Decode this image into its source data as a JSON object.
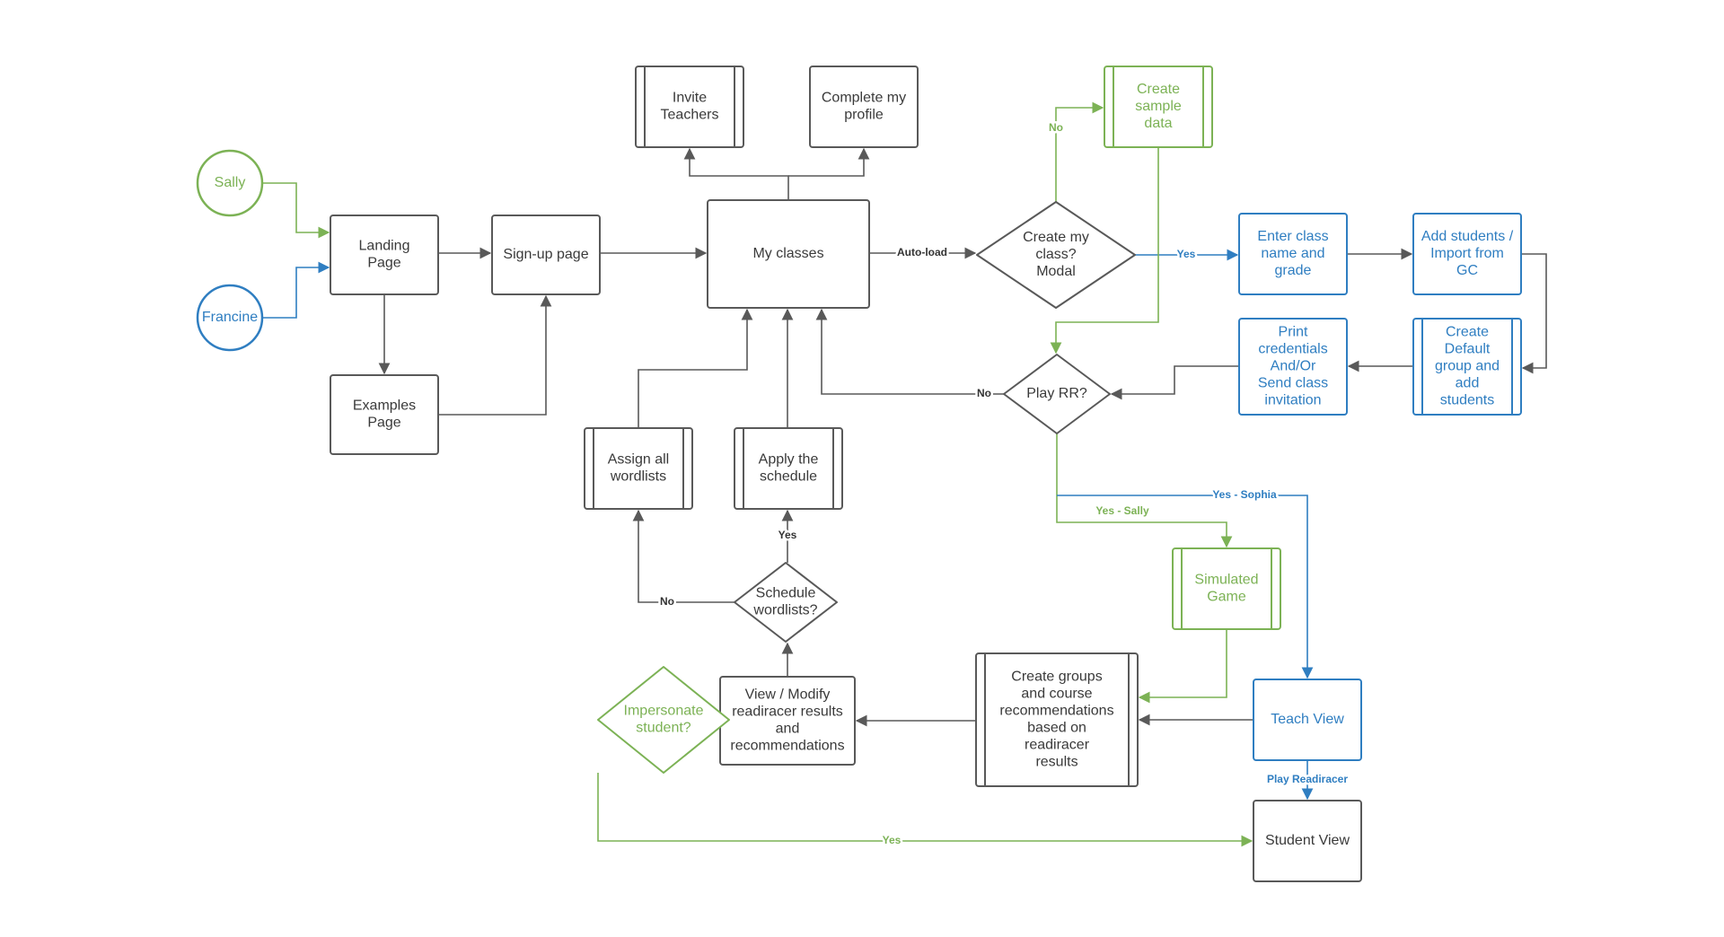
{
  "colors": {
    "gray": "#595959",
    "green": "#7cb255",
    "blue": "#2f7ec1",
    "text": "#3a3a3a",
    "background": "#ffffff"
  },
  "nodes": {
    "sally": {
      "lines": [
        "Sally"
      ],
      "color": "green",
      "shape": "circle"
    },
    "francine": {
      "lines": [
        "Francine"
      ],
      "color": "blue",
      "shape": "circle"
    },
    "landing_page": {
      "lines": [
        "Landing",
        "Page"
      ],
      "color": "gray",
      "shape": "box"
    },
    "examples_page": {
      "lines": [
        "Examples",
        "Page"
      ],
      "color": "gray",
      "shape": "box"
    },
    "signup_page": {
      "lines": [
        "Sign-up page"
      ],
      "color": "gray",
      "shape": "box"
    },
    "my_classes": {
      "lines": [
        "My classes"
      ],
      "color": "gray",
      "shape": "box"
    },
    "invite_teachers": {
      "lines": [
        "Invite",
        "Teachers"
      ],
      "color": "gray",
      "shape": "subprocess"
    },
    "complete_profile": {
      "lines": [
        "Complete my",
        "profile"
      ],
      "color": "gray",
      "shape": "box"
    },
    "create_class_modal": {
      "lines": [
        "Create my",
        "class?",
        "Modal"
      ],
      "color": "gray",
      "shape": "diamond"
    },
    "create_sample_data": {
      "lines": [
        "Create",
        "sample",
        "data"
      ],
      "color": "green",
      "shape": "subprocess"
    },
    "enter_class_name": {
      "lines": [
        "Enter class",
        "name and",
        "grade"
      ],
      "color": "blue",
      "shape": "box"
    },
    "add_students": {
      "lines": [
        "Add students /",
        "Import from",
        "GC"
      ],
      "color": "blue",
      "shape": "box"
    },
    "create_default_group": {
      "lines": [
        "Create",
        "Default",
        "group and",
        "add",
        "students"
      ],
      "color": "blue",
      "shape": "subprocess"
    },
    "print_credentials": {
      "lines": [
        "Print",
        "credentials",
        "And/Or",
        "Send class",
        "invitation"
      ],
      "color": "blue",
      "shape": "box"
    },
    "play_rr": {
      "lines": [
        "Play RR?"
      ],
      "color": "gray",
      "shape": "diamond"
    },
    "assign_wordlists": {
      "lines": [
        "Assign all",
        "wordlists"
      ],
      "color": "gray",
      "shape": "subprocess"
    },
    "apply_schedule": {
      "lines": [
        "Apply the",
        "schedule"
      ],
      "color": "gray",
      "shape": "subprocess"
    },
    "schedule_wordlists": {
      "lines": [
        "Schedule",
        "wordlists?"
      ],
      "color": "gray",
      "shape": "diamond"
    },
    "simulated_game": {
      "lines": [
        "Simulated",
        "Game"
      ],
      "color": "green",
      "shape": "subprocess"
    },
    "teach_view": {
      "lines": [
        "Teach View"
      ],
      "color": "blue",
      "shape": "box"
    },
    "create_groups": {
      "lines": [
        "Create groups",
        "and course",
        "recommendations",
        "based on",
        "readiracer",
        "results"
      ],
      "color": "gray",
      "shape": "subprocess"
    },
    "view_modify": {
      "lines": [
        "View / Modify",
        "readiracer results",
        "and",
        "recommendations"
      ],
      "color": "gray",
      "shape": "box"
    },
    "impersonate_student": {
      "lines": [
        "Impersonate",
        "student?"
      ],
      "color": "green",
      "shape": "diamond"
    },
    "student_view": {
      "lines": [
        "Student View"
      ],
      "color": "gray",
      "shape": "box"
    }
  },
  "edges": [
    {
      "id": "sally_landing",
      "from": "sally",
      "to": "landing_page",
      "color": "green",
      "label": ""
    },
    {
      "id": "francine_landing",
      "from": "francine",
      "to": "landing_page",
      "color": "blue",
      "label": ""
    },
    {
      "id": "landing_signup",
      "from": "landing_page",
      "to": "signup_page",
      "color": "gray",
      "label": ""
    },
    {
      "id": "landing_examples",
      "from": "landing_page",
      "to": "examples_page",
      "color": "gray",
      "label": ""
    },
    {
      "id": "examples_signup",
      "from": "examples_page",
      "to": "signup_page",
      "color": "gray",
      "label": ""
    },
    {
      "id": "signup_myclasses",
      "from": "signup_page",
      "to": "my_classes",
      "color": "gray",
      "label": ""
    },
    {
      "id": "myclasses_invite",
      "from": "my_classes",
      "to": "invite_teachers",
      "color": "gray",
      "label": ""
    },
    {
      "id": "myclasses_profile",
      "from": "my_classes",
      "to": "complete_profile",
      "color": "gray",
      "label": ""
    },
    {
      "id": "myclasses_modal",
      "from": "my_classes",
      "to": "create_class_modal",
      "color": "gray",
      "label": "Auto-load"
    },
    {
      "id": "modal_sample",
      "from": "create_class_modal",
      "to": "create_sample_data",
      "color": "green",
      "label": "No"
    },
    {
      "id": "modal_enter",
      "from": "create_class_modal",
      "to": "enter_class_name",
      "color": "blue",
      "label": "Yes"
    },
    {
      "id": "sample_playrr",
      "from": "create_sample_data",
      "to": "play_rr",
      "color": "green",
      "label": ""
    },
    {
      "id": "enter_add",
      "from": "enter_class_name",
      "to": "add_students",
      "color": "gray",
      "label": ""
    },
    {
      "id": "add_default",
      "from": "add_students",
      "to": "create_default_group",
      "color": "gray",
      "label": ""
    },
    {
      "id": "default_print",
      "from": "create_default_group",
      "to": "print_credentials",
      "color": "gray",
      "label": ""
    },
    {
      "id": "print_playrr",
      "from": "print_credentials",
      "to": "play_rr",
      "color": "gray",
      "label": ""
    },
    {
      "id": "playrr_myclasses",
      "from": "play_rr",
      "to": "my_classes",
      "color": "gray",
      "label": "No"
    },
    {
      "id": "playrr_simulated",
      "from": "play_rr",
      "to": "simulated_game",
      "color": "green",
      "label": "Yes - Sally"
    },
    {
      "id": "playrr_teach",
      "from": "play_rr",
      "to": "teach_view",
      "color": "blue",
      "label": "Yes - Sophia"
    },
    {
      "id": "simulated_groups",
      "from": "simulated_game",
      "to": "create_groups",
      "color": "green",
      "label": ""
    },
    {
      "id": "teach_groups",
      "from": "teach_view",
      "to": "create_groups",
      "color": "gray",
      "label": ""
    },
    {
      "id": "teach_student",
      "from": "teach_view",
      "to": "student_view",
      "color": "blue",
      "label": "Play Readiracer"
    },
    {
      "id": "groups_view",
      "from": "create_groups",
      "to": "view_modify",
      "color": "gray",
      "label": ""
    },
    {
      "id": "view_impersonate",
      "from": "view_modify",
      "to": "impersonate_student",
      "color": "green",
      "label": ""
    },
    {
      "id": "view_schedule",
      "from": "view_modify",
      "to": "schedule_wordlists",
      "color": "gray",
      "label": ""
    },
    {
      "id": "schedule_apply",
      "from": "schedule_wordlists",
      "to": "apply_schedule",
      "color": "gray",
      "label": "Yes"
    },
    {
      "id": "schedule_assign",
      "from": "schedule_wordlists",
      "to": "assign_wordlists",
      "color": "gray",
      "label": "No"
    },
    {
      "id": "apply_myclasses",
      "from": "apply_schedule",
      "to": "my_classes",
      "color": "gray",
      "label": ""
    },
    {
      "id": "assign_myclasses",
      "from": "assign_wordlists",
      "to": "my_classes",
      "color": "gray",
      "label": ""
    },
    {
      "id": "impersonate_student_view",
      "from": "impersonate_student",
      "to": "student_view",
      "color": "green",
      "label": "Yes"
    }
  ]
}
